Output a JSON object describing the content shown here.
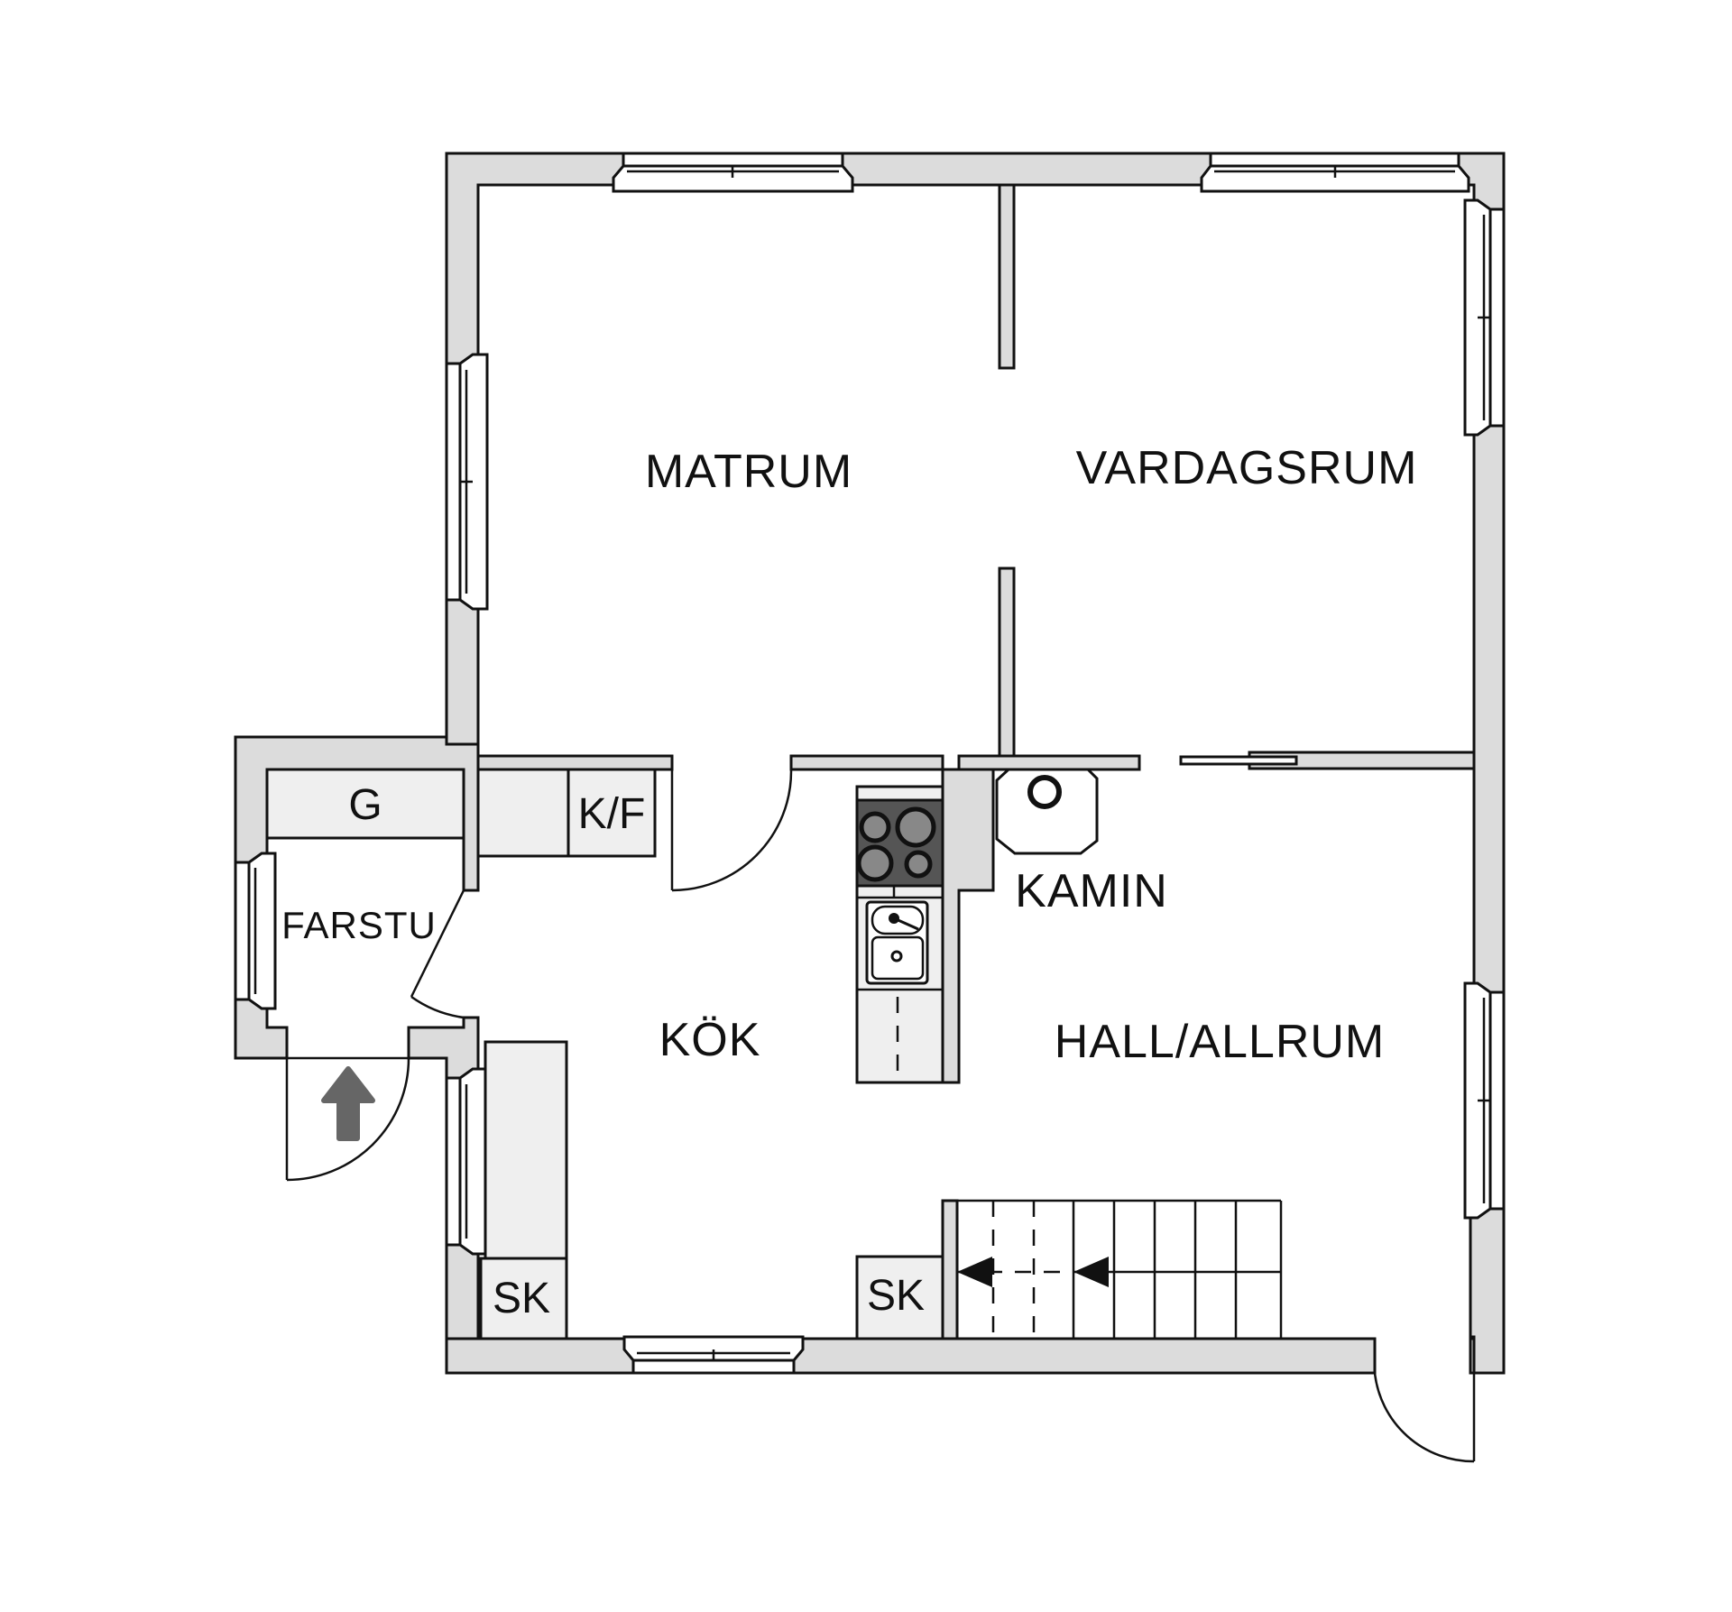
{
  "plan": {
    "title": "Floor plan",
    "wall_color": "#dcdcdc",
    "fixture_color": "#efefef",
    "stove_color": "#555555",
    "entrance_arrow_color": "#666666"
  },
  "rooms": [
    {
      "id": "matrum",
      "label": "MATRUM"
    },
    {
      "id": "vardagsrum",
      "label": "VARDAGSRUM"
    },
    {
      "id": "farstu",
      "label": "FARSTU"
    },
    {
      "id": "kok",
      "label": "KÖK"
    },
    {
      "id": "kamin",
      "label": "KAMIN"
    },
    {
      "id": "hall",
      "label": "HALL/ALLRUM"
    }
  ],
  "fixtures": [
    {
      "id": "g",
      "label": "G"
    },
    {
      "id": "kf",
      "label": "K/F"
    },
    {
      "id": "sk1",
      "label": "SK"
    },
    {
      "id": "sk2",
      "label": "SK"
    }
  ],
  "symbols": {
    "entrance_arrow": "up-arrow",
    "stairs_direction": "left",
    "stair_steps": 9,
    "stove_burners": 4
  }
}
